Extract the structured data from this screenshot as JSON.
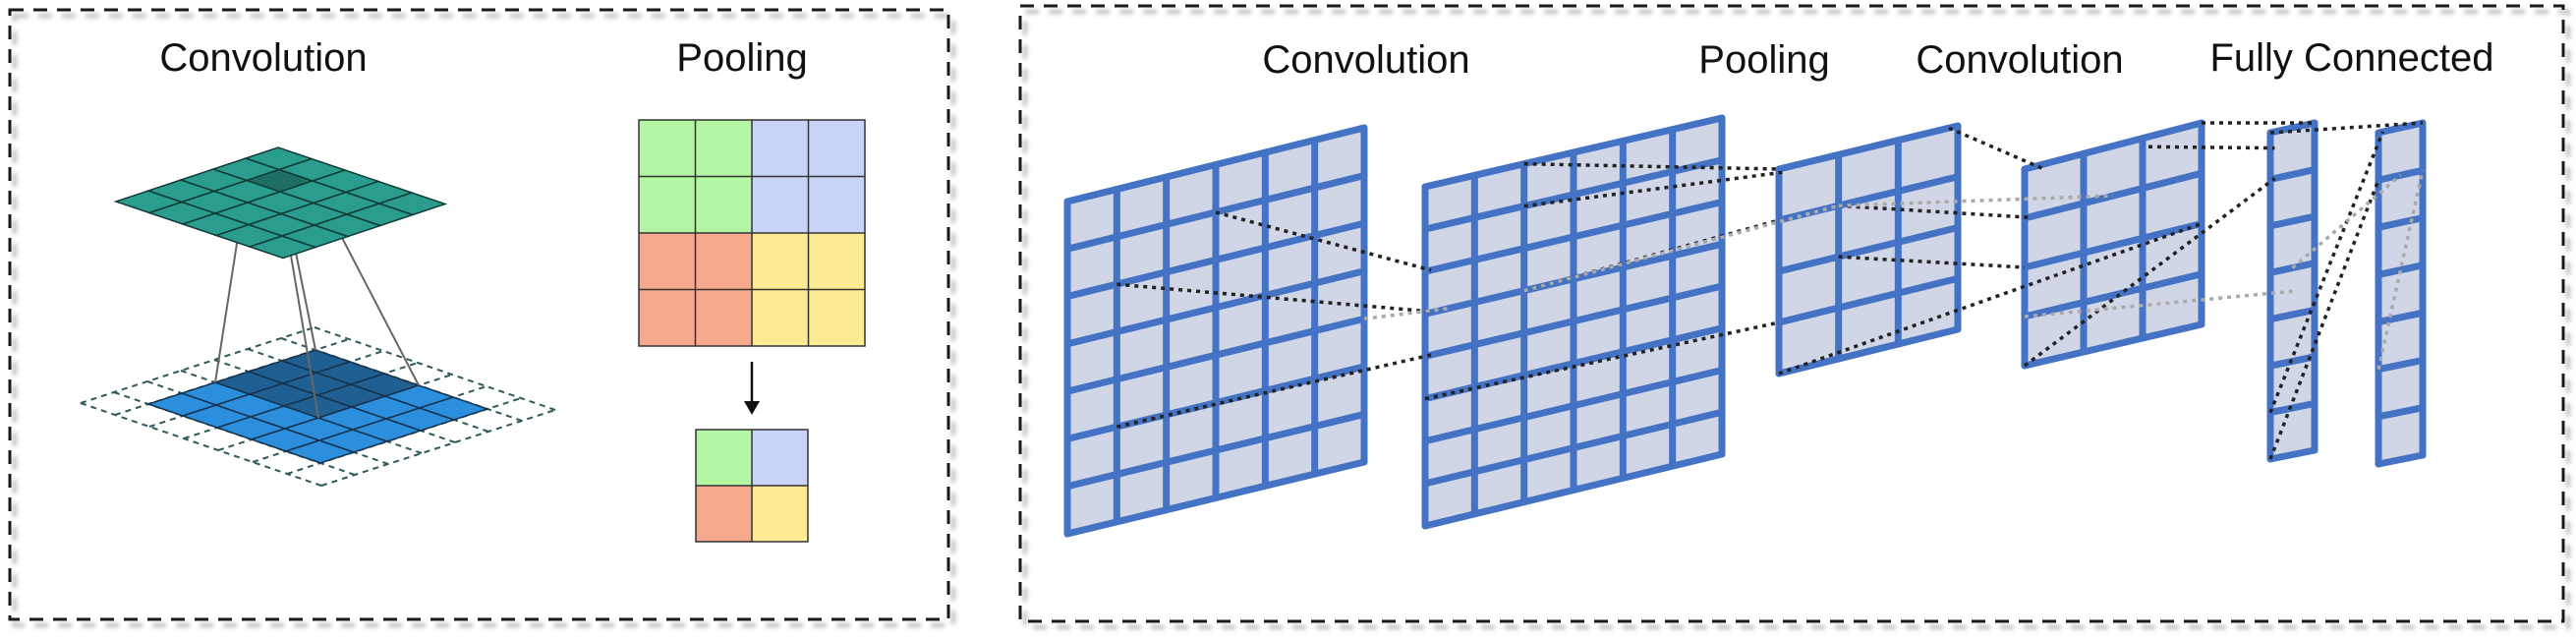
{
  "left_panel": {
    "convolution_label": "Convolution",
    "pooling_label": "Pooling"
  },
  "right_panel": {
    "labels": [
      "Convolution",
      "Pooling",
      "Convolution",
      "Fully Connected"
    ]
  },
  "colors": {
    "frame": "#1a1a1a",
    "conv_output": "#2a9d8f",
    "conv_output_focus": "#1d6f63",
    "conv_input": "#2b8fde",
    "conv_input_kernel": "#1f5f92",
    "pool_green": "#b3f7a4",
    "pool_blue": "#c9d3f8",
    "pool_red": "#f6a98d",
    "pool_yellow": "#fdeb94",
    "layer_fill": "#d0d6e6",
    "layer_stroke": "#4472c4"
  }
}
